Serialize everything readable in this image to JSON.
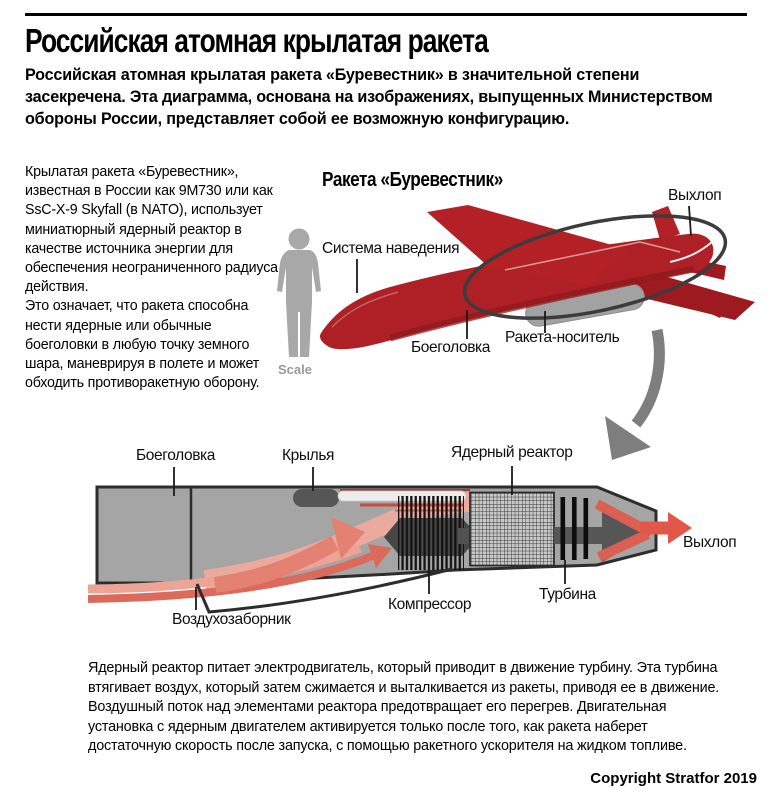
{
  "page": {
    "title": "Российская атомная крылатая ракета",
    "intro": "Российская атомная крылатая ракета «Буревестник» в значительной степени засекречена. Эта диаграмма, основана на изображениях, выпущенных Министерством обороны России, представляет собой ее возможную конфигурацию.",
    "copyright": "Copyright Stratfor 2019"
  },
  "description": {
    "para1": "Крылатая ракета «Буревестник», известная в России как 9М730 или как SsC-X-9 Skyfall (в NATO), использует миниатюрный ядерный реактор в качестве источника энергии для обеспечения неограниченного радиуса действия.",
    "para2": "Это означает, что ракета способна нести ядерные или обычные боеголовки в любую точку земного шара, маневрируя в полете и может обходить противоракетную оборону."
  },
  "scale_label": "Scale",
  "missile_diagram": {
    "title": "Ракета «Буревестник»",
    "labels": {
      "exhaust": "Выхлоп",
      "guidance_system": "Система наведения",
      "warhead": "Боеголовка",
      "booster": "Ракета-носитель"
    }
  },
  "cutaway_diagram": {
    "labels": {
      "warhead": "Боеголовка",
      "wings": "Крылья",
      "reactor": "Ядерный реактор",
      "exhaust": "Выхлоп",
      "compressor": "Компрессор",
      "turbine": "Турбина",
      "intake": "Воздухозаборник"
    }
  },
  "footer_text": "Ядерный реактор питает электродвигатель, который приводит в движение турбину. Эта турбина втягивает воздух, который затем сжимается и выталкивается из ракеты, приводя ее в движение. Воздушный поток над элементами реактора предотвращает его перегрев. Двигательная установка с ядерным двигателем активируется только после того, как ракета наберет достаточную скорость после запуска, с помощью ракетного ускорителя на жидком топливе.",
  "colors": {
    "missile_red": "#ae2025",
    "missile_red_dark": "#9d1b20",
    "airflow_light": "#edab9d",
    "airflow_medium": "#dc6a5c",
    "airflow_strong": "#e2574a",
    "body_gray": "#a5a5a5",
    "outline_dark": "#2d2d2d",
    "silhouette_gray": "#a8a8a8",
    "arrow_gray": "#7e7e7e"
  }
}
